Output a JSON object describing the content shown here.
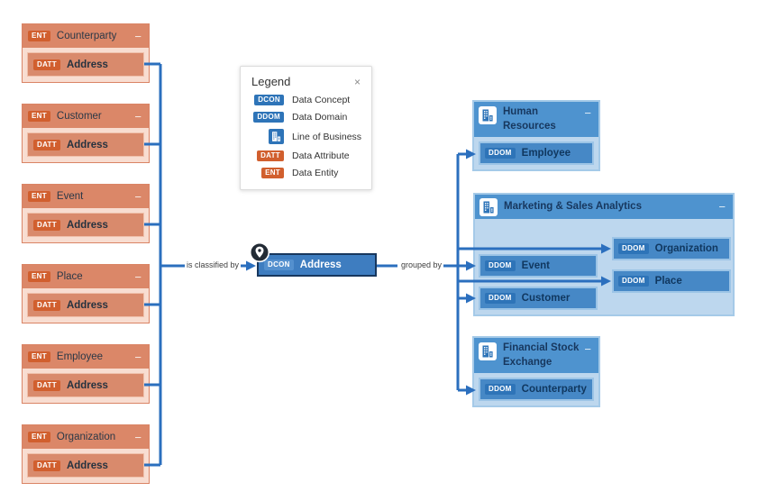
{
  "glyphs": {
    "collapse": "−",
    "close": "×"
  },
  "edge_labels": {
    "left": "is classified by",
    "right": "grouped by"
  },
  "entities": [
    {
      "badge": "ENT",
      "name": "Counterparty",
      "attr_badge": "DATT",
      "attr_name": "Address"
    },
    {
      "badge": "ENT",
      "name": "Customer",
      "attr_badge": "DATT",
      "attr_name": "Address"
    },
    {
      "badge": "ENT",
      "name": "Event",
      "attr_badge": "DATT",
      "attr_name": "Address"
    },
    {
      "badge": "ENT",
      "name": "Place",
      "attr_badge": "DATT",
      "attr_name": "Address"
    },
    {
      "badge": "ENT",
      "name": "Employee",
      "attr_badge": "DATT",
      "attr_name": "Address"
    },
    {
      "badge": "ENT",
      "name": "Organization",
      "attr_badge": "DATT",
      "attr_name": "Address"
    }
  ],
  "concept": {
    "badge": "DCON",
    "name": "Address"
  },
  "lobs": [
    {
      "name": "Human Resources",
      "domains": [
        {
          "badge": "DDOM",
          "name": "Employee"
        }
      ]
    },
    {
      "name": "Marketing & Sales Analytics",
      "domains": [
        {
          "badge": "DDOM",
          "name": "Event"
        },
        {
          "badge": "DDOM",
          "name": "Customer"
        },
        {
          "badge": "DDOM",
          "name": "Organization"
        },
        {
          "badge": "DDOM",
          "name": "Place"
        }
      ]
    },
    {
      "name": "Financial Stock Exchange",
      "domains": [
        {
          "badge": "DDOM",
          "name": "Counterparty"
        }
      ]
    }
  ],
  "legend": {
    "title": "Legend",
    "items": [
      {
        "badge": "DCON",
        "label": "Data Concept"
      },
      {
        "badge": "DDOM",
        "label": "Data Domain"
      },
      {
        "badge": "",
        "label": "Line of Business"
      },
      {
        "badge": "DATT",
        "label": "Data Attribute"
      },
      {
        "badge": "ENT",
        "label": "Data Entity"
      }
    ]
  },
  "colors": {
    "entity_header": "#DB8768",
    "entity_body": "#F8DDD1",
    "entity_chip": "#D98A6C",
    "orange_badge": "#D15F2E",
    "lob_header": "#4E93CF",
    "lob_body": "#BDD7EE",
    "domain_chip": "#4688C6",
    "blue_badge": "#2E74B8",
    "concept_fill": "#3E7DC0",
    "concept_border": "#17375E",
    "connector": "#2B6FBE"
  }
}
